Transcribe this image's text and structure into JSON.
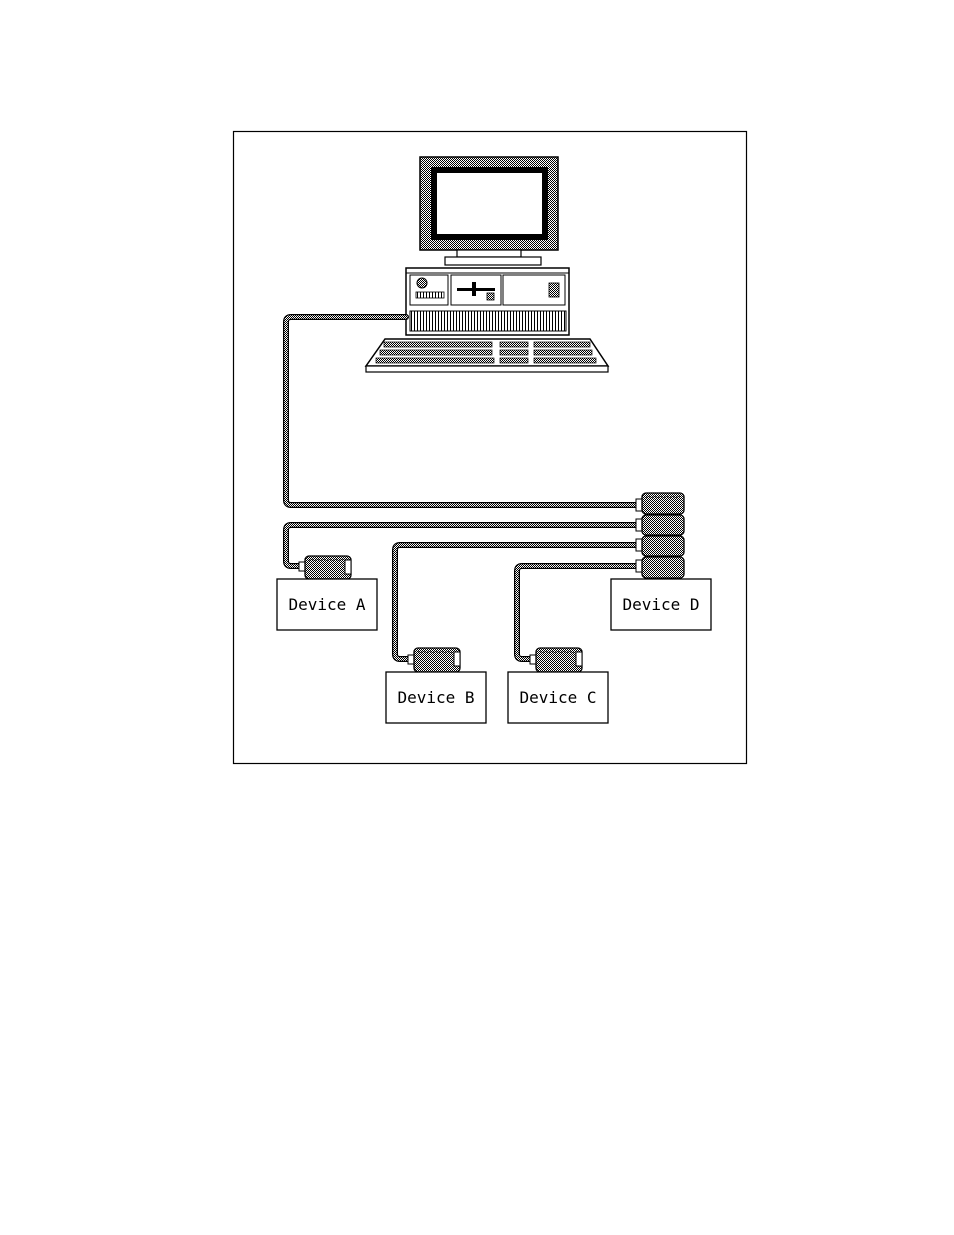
{
  "devices": {
    "a": {
      "label": "Device A"
    },
    "b": {
      "label": "Device B"
    },
    "c": {
      "label": "Device C"
    },
    "d": {
      "label": "Device D"
    }
  },
  "colors": {
    "ink": "#000000",
    "paper": "#ffffff",
    "shade": "#808080"
  },
  "icons": [
    "computer-icon",
    "connector-icon"
  ]
}
